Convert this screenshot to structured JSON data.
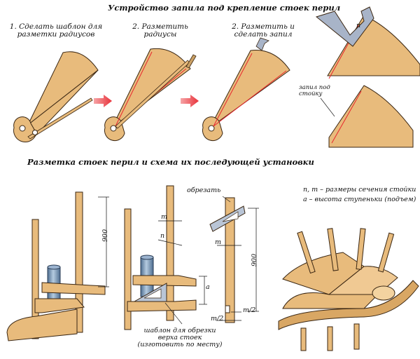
{
  "titles": {
    "top": "Устройство запила под крепление стоек перил",
    "bottom": "Разметка стоек перил и схема их последующей установки"
  },
  "steps": [
    {
      "line1": "1. Сделать шаблон для",
      "line2": "разметки радиусов"
    },
    {
      "line1": "2. Разметить",
      "line2": "радиусы"
    },
    {
      "line1": "2. Разметить и",
      "line2": "сделать запил"
    }
  ],
  "labels": {
    "zapil_line1": "запил под",
    "zapil_line2": "стойку",
    "n": "n",
    "m": "m",
    "a": "a",
    "m_half": "m/2",
    "dim_900": "900",
    "obrezat": "обрезать",
    "template_line1": "шаблон для обрезки",
    "template_line2": "верха стоек",
    "template_line3": "(изготовить по месту)",
    "legend_line1": "n, m – размеры сечения стойки",
    "legend_line2": "a – высота ступеньки (подъем)"
  },
  "colors": {
    "wood": "#e8bb7c",
    "wood_dark": "#c58a45",
    "wood_light": "#f3d3a0",
    "red_line": "#e8252c",
    "arrow_red": "#e8323a",
    "steel": "#a8b4c8",
    "pipe": "#6f8fb1",
    "outline": "#3a2612"
  }
}
